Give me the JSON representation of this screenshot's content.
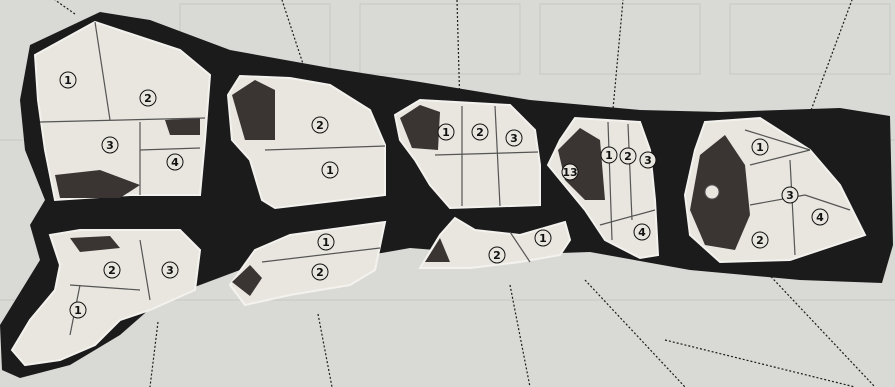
{
  "cuts": [
    {
      "id": "cut-1",
      "labels": [
        "1",
        "2",
        "3",
        "4"
      ]
    },
    {
      "id": "cut-2",
      "labels": [
        "2",
        "1"
      ]
    },
    {
      "id": "cut-3",
      "labels": [
        "1",
        "2",
        "3"
      ]
    },
    {
      "id": "cut-4",
      "labels": [
        "13",
        "1",
        "2",
        "3",
        "4"
      ]
    },
    {
      "id": "cut-5",
      "labels": [
        "1",
        "2",
        "3",
        "4"
      ]
    },
    {
      "id": "cut-6",
      "labels": [
        "1",
        "2",
        "3"
      ]
    },
    {
      "id": "cut-7",
      "labels": [
        "1",
        "2"
      ]
    },
    {
      "id": "cut-8",
      "labels": [
        "1",
        "2"
      ]
    }
  ],
  "colors": {
    "background": "#d9d9d6",
    "carcass": "#1b1b1b",
    "cut_face": "#e9e6df",
    "lean": "#3a3433",
    "outline": "#f4f2ee",
    "leader_line": "#1c1c1c"
  }
}
